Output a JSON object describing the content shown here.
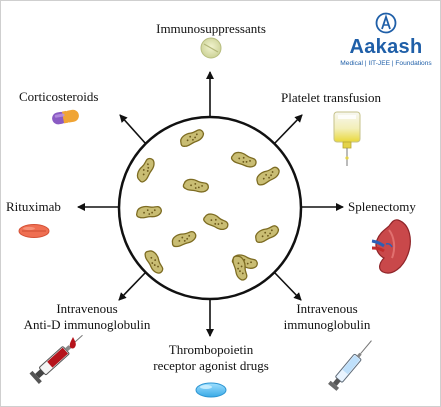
{
  "logo": {
    "brand": "Aakash",
    "tagline": "Medical | IIT-JEE | Foundations"
  },
  "treatments": {
    "top": "Immunosuppressants",
    "top_left": "Corticosteroids",
    "top_right": "Platelet transfusion",
    "left": "Rituximab",
    "right": "Splenectomy",
    "bottom_left_line1": "Intravenous",
    "bottom_left_line2": "Anti-D immunoglobulin",
    "bottom_right_line1": "Intravenous",
    "bottom_right_line2": "immunoglobulin",
    "bottom_line1": "Thrombopoietin",
    "bottom_line2": "receptor agonist drugs"
  },
  "colors": {
    "platelet_fill": "#c9bd73",
    "platelet_stroke": "#7d6c22",
    "arrow": "#111111",
    "brand_blue": "#1f5fa8"
  },
  "icons": {
    "top": "round-tablet-icon",
    "top_left": "capsule-icon",
    "top_right": "iv-bag-icon",
    "left": "oval-tablet-icon",
    "right": "spleen-icon",
    "bottom_left": "blood-syringe-icon",
    "bottom_right": "syringe-icon",
    "bottom": "blue-tablet-icon"
  }
}
